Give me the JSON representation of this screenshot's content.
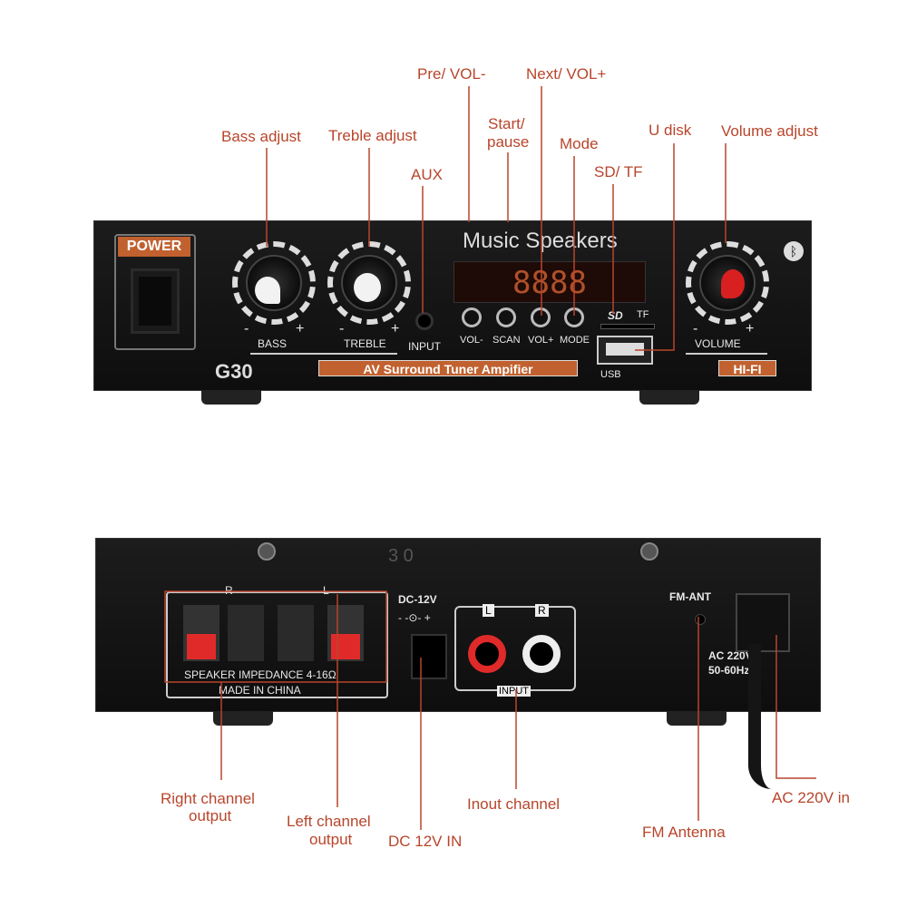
{
  "front_annotations": {
    "pre_vol": "Pre/ VOL-",
    "next_vol": "Next/ VOL+",
    "start_pause_1": "Start/",
    "start_pause_2": "pause",
    "mode": "Mode",
    "u_disk": "U disk",
    "volume_adjust": "Volume adjust",
    "sd_tf": "SD/ TF",
    "aux": "AUX",
    "bass_adjust": "Bass adjust",
    "treble_adjust": "Treble adjust"
  },
  "front_panel": {
    "power": "POWER",
    "title": "Music Speakers",
    "display": "8888",
    "bass": "BASS",
    "treble": "TREBLE",
    "input": "INPUT",
    "buttons": [
      "VOL-",
      "SCAN",
      "VOL+",
      "MODE"
    ],
    "sd": "SD",
    "tf": "TF",
    "usb": "USB",
    "volume": "VOLUME",
    "model": "G30",
    "tagline": "AV Surround Tuner Ampifier",
    "hifi": "HI-FI",
    "minus": "-",
    "plus": "+",
    "bluetooth": "ᛒ"
  },
  "rear_panel": {
    "stamp": "3 0",
    "r": "R",
    "l": "L",
    "impedance": "SPEAKER IMPEDANCE 4-16Ω",
    "made_in": "MADE IN CHINA",
    "dc": "DC-12V",
    "polarity": "- -⊙- +",
    "input": "INPUT",
    "fm_ant": "FM-ANT",
    "ac1": "AC 220V",
    "ac2": "50-60Hz"
  },
  "rear_annotations": {
    "right_channel_1": "Right channel",
    "right_channel_2": "output",
    "left_channel_1": "Left channel",
    "left_channel_2": "output",
    "dc_in": "DC 12V IN",
    "input_channel": "Inout channel",
    "fm_antenna": "FM Antenna",
    "ac_in": "AC 220V in"
  }
}
